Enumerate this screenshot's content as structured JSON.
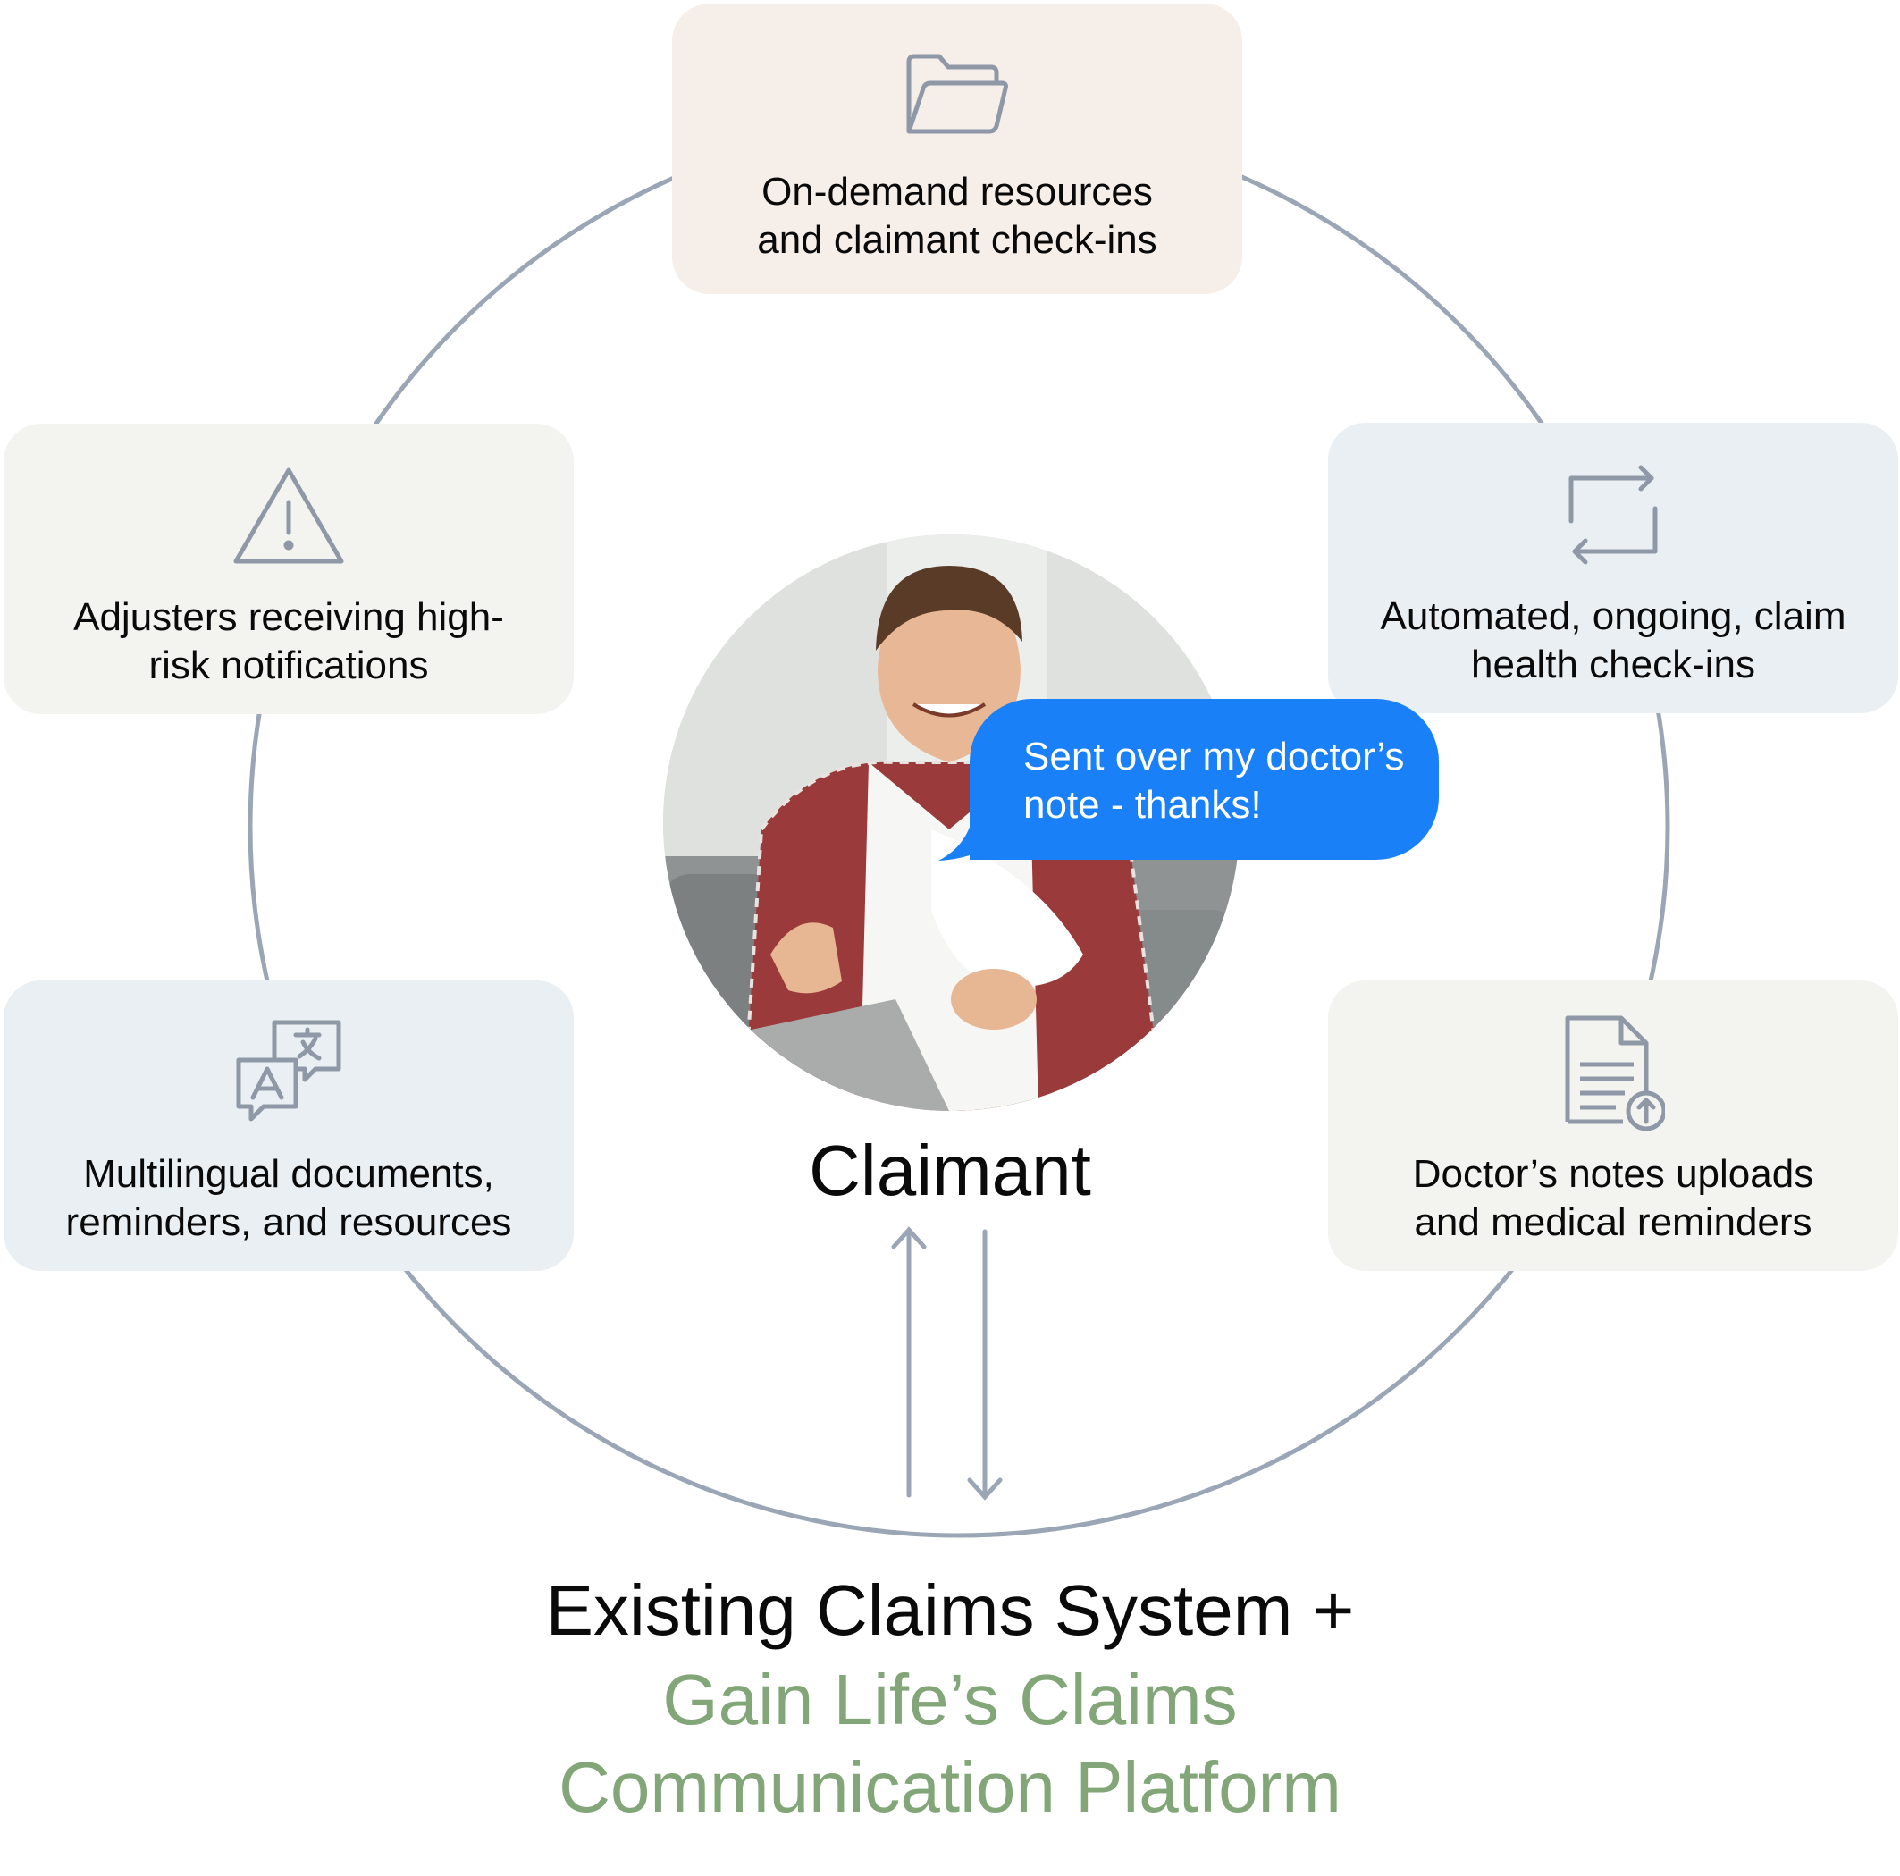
{
  "cards": {
    "top": {
      "label": "On-demand resources\nand claimant check-ins",
      "icon": "folder-icon"
    },
    "left_upper": {
      "label": "Adjusters receiving high-\nrisk notifications",
      "icon": "warning-triangle-icon"
    },
    "right_upper": {
      "label": "Automated, ongoing, claim\nhealth check-ins",
      "icon": "repeat-arrows-icon"
    },
    "left_lower": {
      "label": "Multilingual documents,\nreminders, and resources",
      "icon": "translate-icon"
    },
    "right_lower": {
      "label": "Doctor’s notes uploads\nand medical reminders",
      "icon": "document-upload-icon"
    }
  },
  "bubble": {
    "text": "Sent over my doctor’s\nnote - thanks!"
  },
  "center": {
    "label": "Claimant"
  },
  "bottom": {
    "title": "Existing Claims System +",
    "platform_line1": "Gain Life’s Claims",
    "platform_line2": "Communication Platform"
  },
  "colors": {
    "ring": "#9aa6b5",
    "icon": "#8e98a6",
    "bubble": "#1a80f7",
    "platform_text": "#82a678"
  }
}
